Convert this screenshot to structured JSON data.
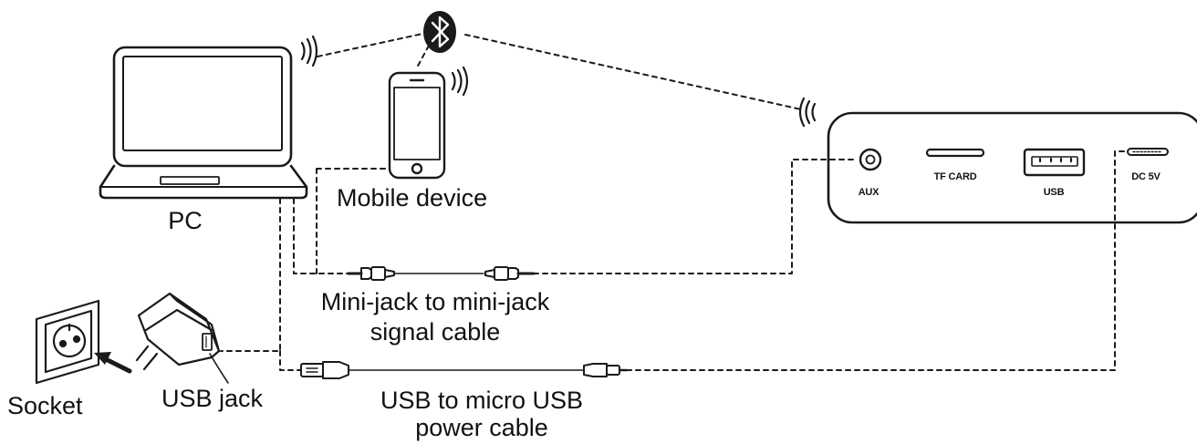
{
  "devices": {
    "pc": "PC",
    "mobile": "Mobile device",
    "socket": "Socket",
    "usb_jack": "USB jack"
  },
  "cables": {
    "signal_line1": "Mini-jack to mini-jack",
    "signal_line2": "signal cable",
    "power_line1": "USB to micro USB",
    "power_line2": "power cable"
  },
  "speaker_ports": {
    "aux": "AUX",
    "tf_card": "TF CARD",
    "usb": "USB",
    "dc": "DC 5V"
  },
  "icons": [
    "bluetooth-icon",
    "wireless-signal-icon",
    "laptop-icon",
    "smartphone-icon",
    "speaker-icon",
    "wall-socket-icon",
    "usb-adapter-icon"
  ]
}
